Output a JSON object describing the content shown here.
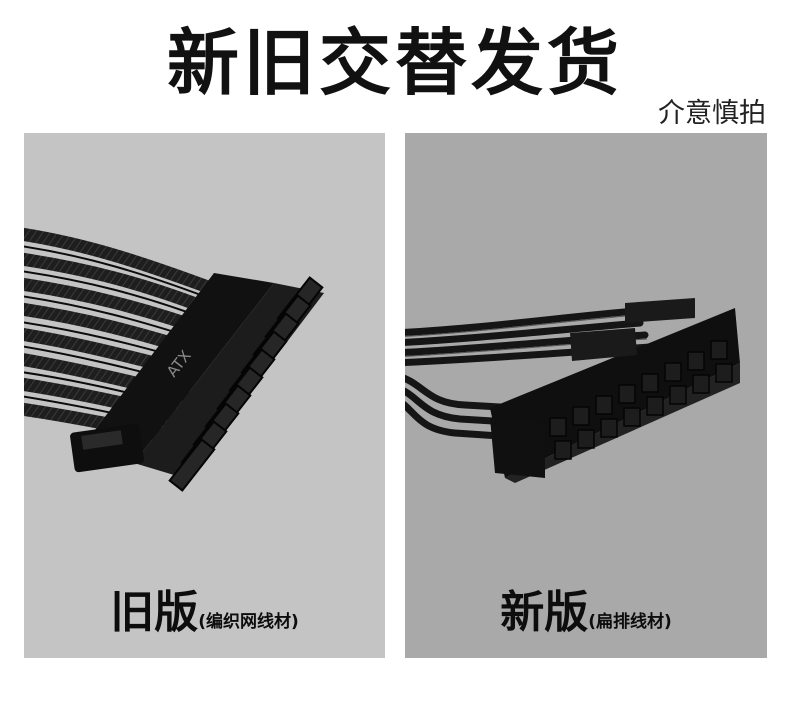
{
  "headline": "新旧交替发货",
  "note": "介意慎拍",
  "panels": [
    {
      "caption_main": "旧版",
      "caption_detail": "(编织网线材)",
      "connector_label": "ATX"
    },
    {
      "caption_main": "新版",
      "caption_detail": "(扁排线材)"
    }
  ],
  "colors": {
    "old_panel_bg": "#c4c4c4",
    "new_panel_bg": "#a9a9a9",
    "cable": "#1a1a1a"
  }
}
